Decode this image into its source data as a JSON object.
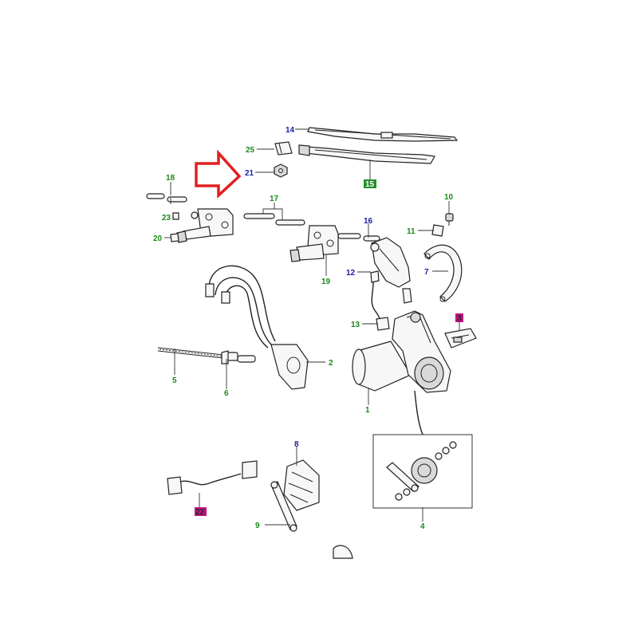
{
  "colors": {
    "label_green": "#1a8a1a",
    "label_blue": "#1a1aa6",
    "label_magenta": "#b0107a",
    "highlight_box_green": "#1f8f2a",
    "highlight_box_magenta": "#c0127e",
    "arrow_red": "#e02020"
  },
  "callouts": [
    {
      "id": "14",
      "label": "14",
      "color": "blue"
    },
    {
      "id": "25",
      "label": "25",
      "color": "green"
    },
    {
      "id": "21",
      "label": "21",
      "color": "blue"
    },
    {
      "id": "15",
      "label": "15",
      "color": "boxed-green"
    },
    {
      "id": "18",
      "label": "18",
      "color": "green"
    },
    {
      "id": "23",
      "label": "23",
      "color": "green"
    },
    {
      "id": "20",
      "label": "20",
      "color": "green"
    },
    {
      "id": "17",
      "label": "17",
      "color": "green"
    },
    {
      "id": "16",
      "label": "16",
      "color": "blue"
    },
    {
      "id": "10",
      "label": "10",
      "color": "green"
    },
    {
      "id": "11",
      "label": "11",
      "color": "green"
    },
    {
      "id": "7",
      "label": "7",
      "color": "blue"
    },
    {
      "id": "12",
      "label": "12",
      "color": "blue"
    },
    {
      "id": "19",
      "label": "19",
      "color": "green"
    },
    {
      "id": "13",
      "label": "13",
      "color": "green"
    },
    {
      "id": "3",
      "label": "3",
      "color": "boxed-magenta"
    },
    {
      "id": "5",
      "label": "5",
      "color": "green"
    },
    {
      "id": "6",
      "label": "6",
      "color": "green"
    },
    {
      "id": "2",
      "label": "2",
      "color": "green"
    },
    {
      "id": "1",
      "label": "1",
      "color": "green"
    },
    {
      "id": "8",
      "label": "8",
      "color": "blue"
    },
    {
      "id": "4",
      "label": "4",
      "color": "green"
    },
    {
      "id": "22",
      "label": "22",
      "color": "boxed-magenta"
    },
    {
      "id": "9",
      "label": "9",
      "color": "green"
    }
  ],
  "highlight": {
    "target_part": "21",
    "icon": "red-outline-arrow-icon"
  }
}
